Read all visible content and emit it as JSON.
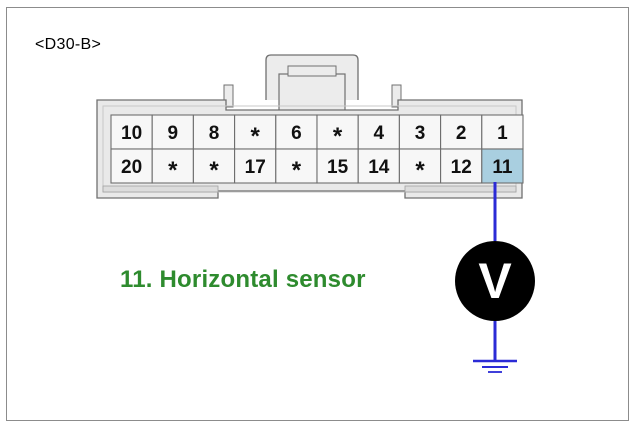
{
  "connector": {
    "label": "<D30-B>",
    "rows": [
      [
        "10",
        "9",
        "8",
        "*",
        "6",
        "*",
        "4",
        "3",
        "2",
        "1"
      ],
      [
        "20",
        "*",
        "*",
        "17",
        "*",
        "15",
        "14",
        "*",
        "12",
        "11"
      ]
    ],
    "highlighted_pin": "11",
    "highlight_color": "#a9cfe0"
  },
  "caption": {
    "text": "11. Horizontal sensor",
    "color": "#2e8b2e"
  },
  "voltmeter": {
    "symbol": "V",
    "probe_color": "#2b2bd6"
  }
}
